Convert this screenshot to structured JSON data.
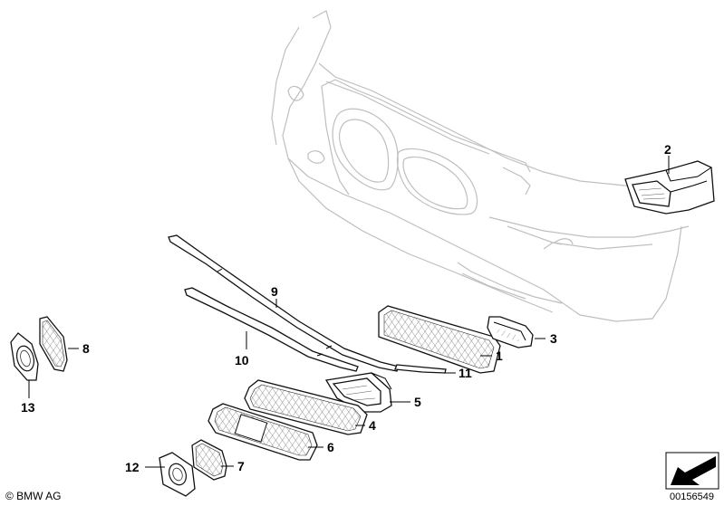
{
  "diagram": {
    "callouts": [
      {
        "id": "c1",
        "label": "1"
      },
      {
        "id": "c2",
        "label": "2"
      },
      {
        "id": "c3",
        "label": "3"
      },
      {
        "id": "c4",
        "label": "4"
      },
      {
        "id": "c5",
        "label": "5"
      },
      {
        "id": "c6",
        "label": "6"
      },
      {
        "id": "c7",
        "label": "7"
      },
      {
        "id": "c8",
        "label": "8"
      },
      {
        "id": "c9",
        "label": "9"
      },
      {
        "id": "c10",
        "label": "10"
      },
      {
        "id": "c11",
        "label": "11"
      },
      {
        "id": "c12",
        "label": "12"
      },
      {
        "id": "c13",
        "label": "13"
      }
    ],
    "copyright": "© BMW AG",
    "reference_number": "00156549",
    "colors": {
      "line": "#000000",
      "bumper_outline": "#bfbfbf",
      "background": "#ffffff"
    }
  }
}
